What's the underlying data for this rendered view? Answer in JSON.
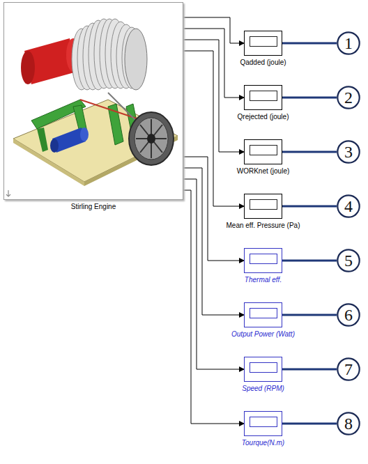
{
  "diagram": {
    "nodes": [
      {
        "text": [
          "Stirling Engine"
        ]
      },
      {
        "text": [
          "Qadded (joule)"
        ]
      },
      {
        "text": [
          "1"
        ]
      },
      {
        "text": [
          "Qrejected (joule)"
        ]
      },
      {
        "text": [
          "2"
        ]
      },
      {
        "text": [
          "WORKnet (joule)"
        ]
      },
      {
        "text": [
          "3"
        ]
      },
      {
        "text": [
          "Mean eff. Pressure (Pa)"
        ]
      },
      {
        "text": [
          "4"
        ]
      },
      {
        "text": [
          "Thermal eff."
        ]
      },
      {
        "text": [
          "5"
        ]
      },
      {
        "text": [
          "Output Power (Watt)"
        ]
      },
      {
        "text": [
          "6"
        ]
      },
      {
        "text": [
          "Speed (RPM)"
        ]
      },
      {
        "text": [
          "7"
        ]
      },
      {
        "text": [
          "Tourque(N.m)"
        ]
      },
      {
        "text": [
          "8"
        ]
      }
    ],
    "edges": [
      {
        "from": 0,
        "to": 1,
        "arrow": "to"
      },
      {
        "from": 0,
        "to": 3,
        "arrow": "to"
      },
      {
        "from": 0,
        "to": 5,
        "arrow": "to"
      },
      {
        "from": 0,
        "to": 7,
        "arrow": "to"
      },
      {
        "from": 0,
        "to": 9,
        "arrow": "to"
      },
      {
        "from": 0,
        "to": 11,
        "arrow": "to"
      },
      {
        "from": 0,
        "to": 13,
        "arrow": "to"
      },
      {
        "from": 0,
        "to": 15,
        "arrow": "to"
      },
      {
        "from": 1,
        "to": 2,
        "arrow": "none"
      },
      {
        "from": 3,
        "to": 4,
        "arrow": "none"
      },
      {
        "from": 5,
        "to": 6,
        "arrow": "none"
      },
      {
        "from": 7,
        "to": 8,
        "arrow": "none"
      },
      {
        "from": 9,
        "to": 10,
        "arrow": "none"
      },
      {
        "from": 11,
        "to": 12,
        "arrow": "none"
      },
      {
        "from": 13,
        "to": 14,
        "arrow": "none"
      },
      {
        "from": 15,
        "to": 16,
        "arrow": "none"
      }
    ]
  }
}
